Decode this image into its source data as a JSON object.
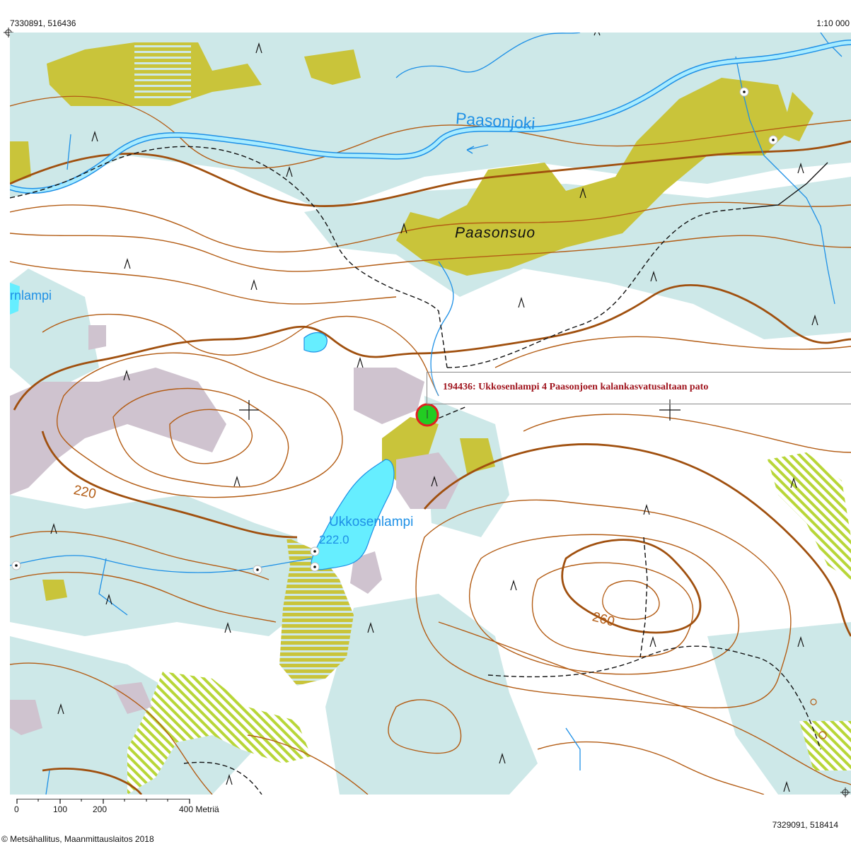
{
  "header": {
    "coord_top_left": "7330891, 516436",
    "scale_ratio": "1:10 000"
  },
  "footer": {
    "coord_bottom_right": "7329091, 518414",
    "copyright": "© Metsähallitus, Maanmittauslaitos 2018",
    "scalebar": {
      "ticks": [
        "0",
        "100",
        "200",
        "400 Metriä"
      ]
    }
  },
  "map": {
    "labels": {
      "river": "Paasonjoki",
      "bog": "Paasonsuo",
      "lake": "Ukkosenlampi",
      "lake_elevation": "222.0",
      "lake_left_partial": "rnlampi",
      "contour_220": "220",
      "contour_260": "260"
    },
    "callout": "194436: Ukkosenlampi 4 Paasonjoen kalankasvatusaltaan pato",
    "colors": {
      "water": "#00ccff",
      "water_fill": "#66eeff",
      "marsh": "#cde8e8",
      "open_bog": "#c9c43a",
      "rock": "#cfc3cf",
      "contour": "#b35c14",
      "callout_text": "#a0151e",
      "marker": "#22cc22"
    }
  }
}
